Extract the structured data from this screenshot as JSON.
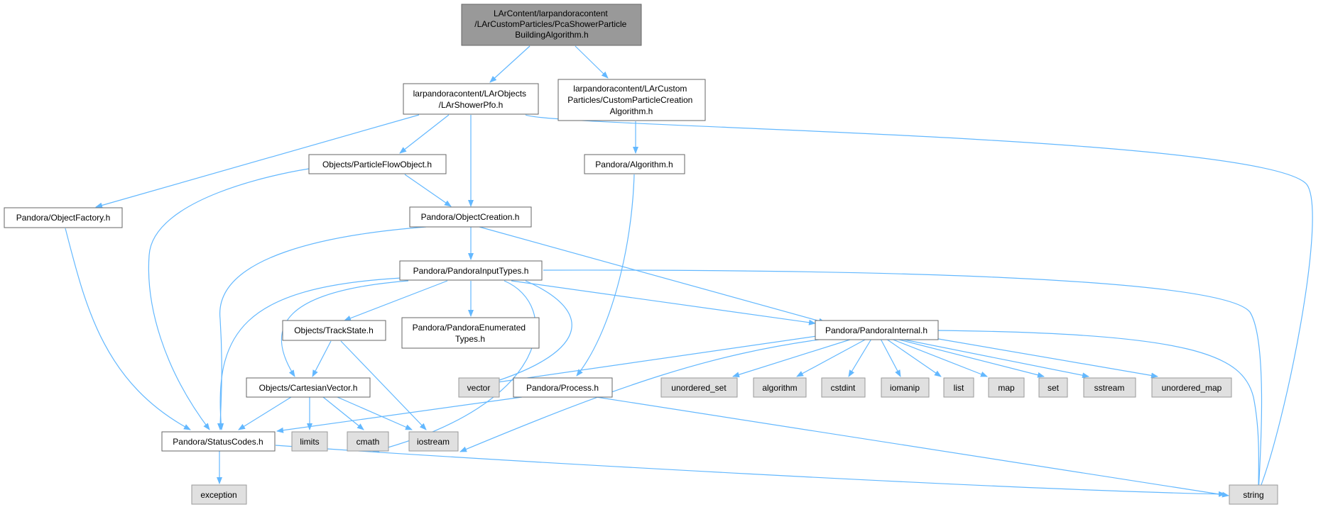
{
  "colors": {
    "edge": "#63b8ff",
    "root_fill": "#999999",
    "root_border": "#666666",
    "file_fill": "#ffffff",
    "file_border": "#666666",
    "system_fill": "#e0e0e0",
    "system_border": "#999999"
  },
  "nodes": {
    "root": [
      "LArContent/larpandoracontent",
      "/LArCustomParticles/PcaShowerParticle",
      "BuildingAlgorithm.h"
    ],
    "showerpfo": [
      "larpandoracontent/LArObjects",
      "/LArShowerPfo.h"
    ],
    "custompartalg": [
      "larpandoracontent/LArCustom",
      "Particles/CustomParticleCreation",
      "Algorithm.h"
    ],
    "pfobject": [
      "Objects/ParticleFlowObject.h"
    ],
    "algorithm": [
      "Pandora/Algorithm.h"
    ],
    "objfactory": [
      "Pandora/ObjectFactory.h"
    ],
    "objcreation": [
      "Pandora/ObjectCreation.h"
    ],
    "inputtypes": [
      "Pandora/PandoraInputTypes.h"
    ],
    "trackstate": [
      "Objects/TrackState.h"
    ],
    "enumtypes": [
      "Pandora/PandoraEnumerated",
      "Types.h"
    ],
    "internal": [
      "Pandora/PandoraInternal.h"
    ],
    "cartesian": [
      "Objects/CartesianVector.h"
    ],
    "vector": [
      "vector"
    ],
    "process": [
      "Pandora/Process.h"
    ],
    "unordered_set": [
      "unordered_set"
    ],
    "algorithm_std": [
      "algorithm"
    ],
    "cstdint": [
      "cstdint"
    ],
    "iomanip": [
      "iomanip"
    ],
    "list": [
      "list"
    ],
    "map": [
      "map"
    ],
    "set": [
      "set"
    ],
    "sstream": [
      "sstream"
    ],
    "unordered_map": [
      "unordered_map"
    ],
    "statuscodes": [
      "Pandora/StatusCodes.h"
    ],
    "limits": [
      "limits"
    ],
    "cmath": [
      "cmath"
    ],
    "iostream": [
      "iostream"
    ],
    "exception": [
      "exception"
    ],
    "string": [
      "string"
    ]
  }
}
